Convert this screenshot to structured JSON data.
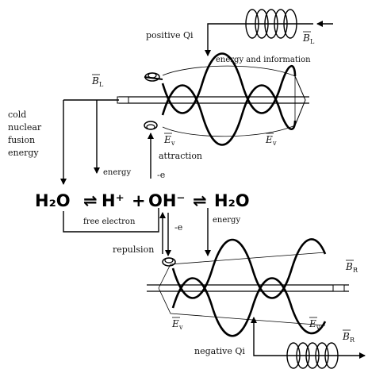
{
  "labels": {
    "positive_qi": "positive Qi",
    "negative_qi": "negative Qi",
    "energy_information": "energy and information",
    "cold_fusion": [
      "cold",
      "nuclear",
      "fusion",
      "energy"
    ],
    "energy_left": "energy",
    "energy_right": "energy",
    "attraction": "attraction",
    "repulsion": "repulsion",
    "free_electron": "free electron",
    "minus_e_top": "-e",
    "minus_e_bottom": "-e"
  },
  "equation": {
    "h2o_left": "H₂O",
    "eq_arrow_1": "⇌",
    "h_plus": "H⁺",
    "plus": "+",
    "oh_minus": "OH⁻",
    "eq_arrow_2": "⇌",
    "h2o_right": "H₂O"
  },
  "fields": {
    "bl_top": "B",
    "bl_top_sub": "L",
    "bl_left": "B",
    "bl_left_sub": "L",
    "ev_top_left": "E",
    "ev_top_left_sub": "v",
    "ev_top_right": "E",
    "ev_top_right_sub": "v",
    "br_top": "B",
    "br_top_sub": "R",
    "br_bottom": "B",
    "br_bottom_sub": "R",
    "ev_bot_left": "E",
    "ev_bot_left_sub": "v",
    "ev_bot_right": "E",
    "ev_bot_right_sub": "v"
  }
}
